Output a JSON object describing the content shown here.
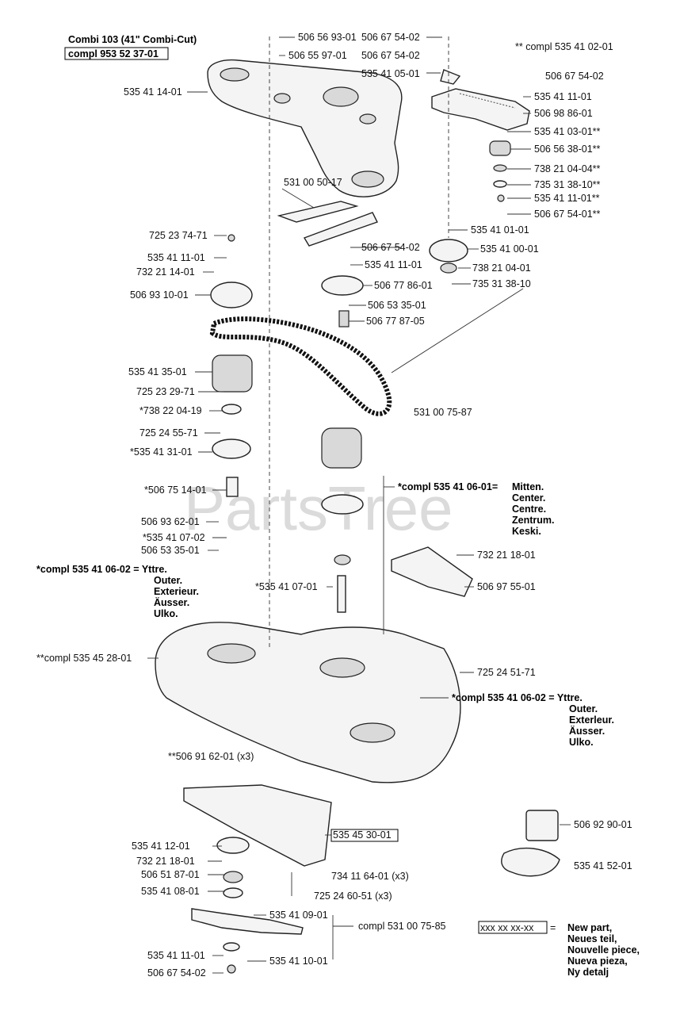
{
  "header": {
    "model": "Combi 103 (41\" Combi-Cut)",
    "kit": "compl 953 52 37-01",
    "top_right_kit": "** compl 535 41 02-01"
  },
  "watermark": "PartsTree",
  "parts": [
    {
      "key": "p01",
      "text": "506 56 93-01"
    },
    {
      "key": "p02",
      "text": "506 67 54-02"
    },
    {
      "key": "p03",
      "text": "506 55 97-01"
    },
    {
      "key": "p04",
      "text": "506 67 54-02"
    },
    {
      "key": "p05",
      "text": "535 41 05-01"
    },
    {
      "key": "p06",
      "text": "535 41 14-01"
    },
    {
      "key": "p07",
      "text": "506 67 54-02"
    },
    {
      "key": "p08",
      "text": "535 41 11-01"
    },
    {
      "key": "p09",
      "text": "506 98 86-01"
    },
    {
      "key": "p10",
      "text": "535 41 03-01**"
    },
    {
      "key": "p11",
      "text": "506 56 38-01**"
    },
    {
      "key": "p12",
      "text": "738 21 04-04**"
    },
    {
      "key": "p13",
      "text": "735 31 38-10**"
    },
    {
      "key": "p14",
      "text": "535 41 11-01**"
    },
    {
      "key": "p15",
      "text": "506 67 54-01**"
    },
    {
      "key": "p16",
      "text": "531 00 50-17"
    },
    {
      "key": "p17",
      "text": "725 23 74-71"
    },
    {
      "key": "p18",
      "text": "535 41 11-01"
    },
    {
      "key": "p19",
      "text": "732 21 14-01"
    },
    {
      "key": "p20",
      "text": "506 93 10-01"
    },
    {
      "key": "p21",
      "text": "535 41 01-01"
    },
    {
      "key": "p22",
      "text": "506 67 54-02"
    },
    {
      "key": "p23",
      "text": "535 41 00-01"
    },
    {
      "key": "p24",
      "text": "535 41 11-01"
    },
    {
      "key": "p25",
      "text": "738 21 04-01"
    },
    {
      "key": "p26",
      "text": "506 77 86-01"
    },
    {
      "key": "p27",
      "text": "735 31 38-10"
    },
    {
      "key": "p28",
      "text": "506 53 35-01"
    },
    {
      "key": "p29",
      "text": "506 77 87-05"
    },
    {
      "key": "p30",
      "text": "535 41 35-01"
    },
    {
      "key": "p31",
      "text": "725 23 29-71"
    },
    {
      "key": "p32",
      "text": "*738 22 04-19"
    },
    {
      "key": "p33",
      "text": "531 00 75-87"
    },
    {
      "key": "p34",
      "text": "725 24 55-71"
    },
    {
      "key": "p35",
      "text": "*535 41 31-01"
    },
    {
      "key": "p36",
      "text": "*506 75 14-01"
    },
    {
      "key": "p37",
      "text": "506 93 62-01"
    },
    {
      "key": "p38",
      "text": "*535 41 07-02"
    },
    {
      "key": "p39",
      "text": "506 53 35-01"
    },
    {
      "key": "p40",
      "text": "732 21 18-01"
    },
    {
      "key": "p41",
      "text": "*535 41 07-01"
    },
    {
      "key": "p42",
      "text": "506 97 55-01"
    },
    {
      "key": "p43",
      "text": "**compl 535 45 28-01"
    },
    {
      "key": "p44",
      "text": "725 24 51-71"
    },
    {
      "key": "p45",
      "text": "**506 91 62-01 (x3)"
    },
    {
      "key": "p46",
      "text": "535 41 12-01"
    },
    {
      "key": "p47",
      "text": "535 45 30-01"
    },
    {
      "key": "p48",
      "text": "732 21 18-01"
    },
    {
      "key": "p49",
      "text": "506 51 87-01"
    },
    {
      "key": "p50",
      "text": "535 41 08-01"
    },
    {
      "key": "p51",
      "text": "734 11 64-01 (x3)"
    },
    {
      "key": "p52",
      "text": "725 24 60-51 (x3)"
    },
    {
      "key": "p53",
      "text": "535 41 09-01"
    },
    {
      "key": "p54",
      "text": "compl 531 00 75-85"
    },
    {
      "key": "p55",
      "text": "535 41 11-01"
    },
    {
      "key": "p56",
      "text": "535 41 10-01"
    },
    {
      "key": "p57",
      "text": "506 67 54-02"
    },
    {
      "key": "p58",
      "text": "506 92 90-01"
    },
    {
      "key": "p59",
      "text": "535 41 52-01"
    }
  ],
  "callouts": {
    "center": {
      "code": "*compl 535 41 06-01=",
      "lines": [
        "Mitten.",
        "Center.",
        "Centre.",
        "Zentrum.",
        "Keski."
      ]
    },
    "outer_left": {
      "code": "*compl 535 41 06-02 = Yttre.",
      "lines": [
        "Outer.",
        "Exterieur.",
        "Äusser.",
        "Ulko."
      ]
    },
    "outer_right": {
      "code": "*compl 535 41 06-02 = Yttre.",
      "lines": [
        "Outer.",
        "Exterleur.",
        "Äusser.",
        "Ulko."
      ]
    }
  },
  "legend": {
    "sample": "xxx xx xx-xx",
    "equals": "=",
    "lines": [
      "New part,",
      "Neues teil,",
      "Nouvelle piece,",
      "Nueva pieza,",
      "Ny detalj"
    ]
  }
}
